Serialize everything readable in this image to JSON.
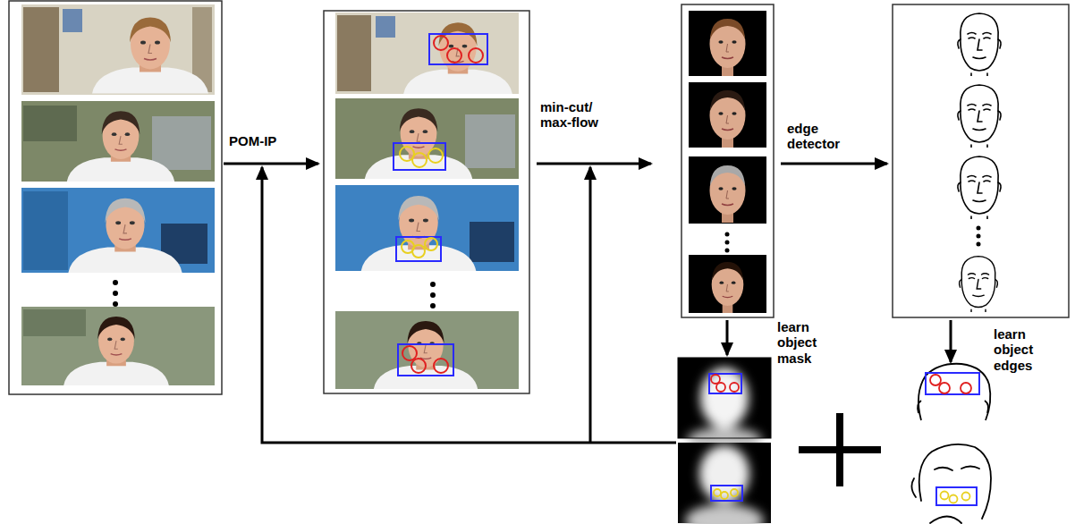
{
  "diagram": {
    "labels": [
      "POM-IP",
      "min-cut/ max-flow",
      "edge detector",
      "learn object mask",
      "learn object edges"
    ]
  }
}
